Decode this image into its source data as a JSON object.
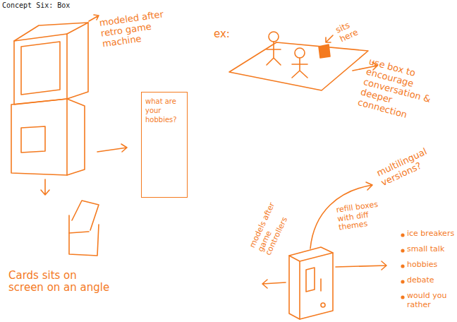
{
  "diagram": {
    "title": "Concept Six: Box",
    "nodes": [
      {
        "text": [
          "what are your hobbies?"
        ]
      }
    ],
    "labels": [
      "modeled after retro game machine",
      "Cards sits on screen on an angle",
      "ex:",
      "sits here",
      "use box to encourage conversation & deeper connection",
      "multilingual versions?",
      "refill boxes with diff themes",
      "models after game controllers",
      "ice breakers",
      "small talk",
      "hobbies",
      "debate",
      "would you rather"
    ]
  }
}
